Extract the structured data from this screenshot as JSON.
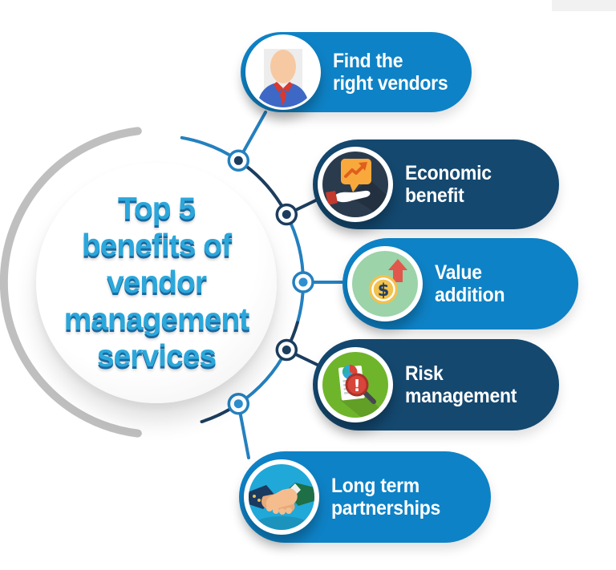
{
  "title": {
    "lines": [
      "Top 5",
      "benefits of",
      "vendor",
      "management",
      "services"
    ]
  },
  "items": [
    {
      "id": "find-right-vendors",
      "label_line1": "Find the",
      "label_line2": "right vendors",
      "style": "light-blue",
      "icon": "person-avatar-icon"
    },
    {
      "id": "economic-benefit",
      "label_line1": "Economic",
      "label_line2": "benefit",
      "style": "dark-blue",
      "icon": "growth-chart-hand-icon"
    },
    {
      "id": "value-addition",
      "label_line1": "Value",
      "label_line2": "addition",
      "style": "light-blue",
      "icon": "dollar-coin-arrow-icon"
    },
    {
      "id": "risk-management",
      "label_line1": "Risk",
      "label_line2": "management",
      "style": "dark-blue",
      "icon": "report-magnifier-alert-icon"
    },
    {
      "id": "long-term-partnerships",
      "label_line1": "Long term",
      "label_line2": "partnerships",
      "style": "light-blue",
      "icon": "handshake-icon"
    }
  ],
  "icon_glyphs": {
    "dollar": "$",
    "alert": "!"
  },
  "colors": {
    "pill_light_blue": "#0e82c6",
    "pill_dark_blue": "#14486f",
    "title_blue": "#2ba7db",
    "title_shadow_blue": "#1a699f",
    "arc_gray": "#bfbfbf",
    "arc_light_blue": "#2580be",
    "arc_dark_navy": "#1c3d5e",
    "icon_green": "#6fb52c",
    "icon_light_green": "#9cd3a9",
    "icon_cyan": "#20a8d8",
    "icon_slate": "#2b3b4e",
    "accent_orange": "#f9a93c",
    "accent_red": "#d8453a",
    "coin_yellow": "#f2c14e"
  }
}
